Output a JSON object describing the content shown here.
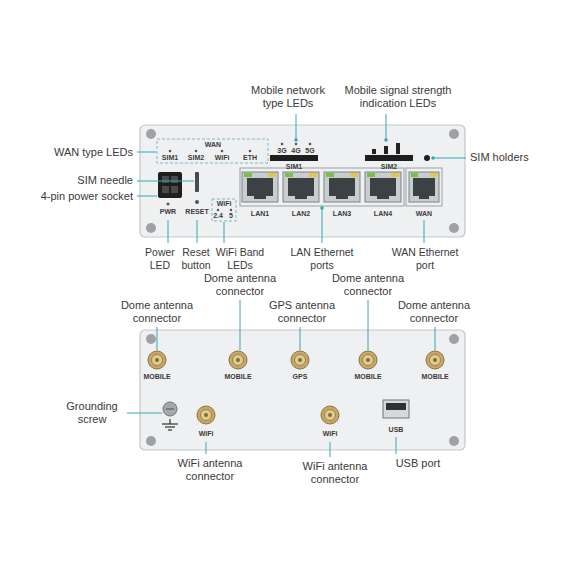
{
  "diagram": {
    "labels": [
      "Mobile network type LEDs",
      "Mobile signal strength indication LEDs",
      "WAN type LEDs",
      "SIM needle",
      "4-pin power socket",
      "SIM holders",
      "WAN",
      "SIM1",
      "SIM2",
      "WiFi",
      "ETH",
      "3G",
      "4G",
      "5G",
      "SIM1",
      "SIM2",
      "LAN1",
      "LAN2",
      "LAN3",
      "LAN4",
      "WAN",
      "PWR",
      "RESET",
      "WiFi",
      "2.4",
      "5",
      "Power LED",
      "Reset button",
      "WiFi Band LEDs",
      "LAN Ethernet ports",
      "WAN Ethernet port",
      "Dome antenna connector",
      "Dome antenna connector",
      "Dome antenna connector",
      "GPS antenna connector",
      "Dome antenna connector",
      "MOBILE",
      "MOBILE",
      "GPS",
      "MOBILE",
      "MOBILE",
      "Grounding screw",
      "WiFi",
      "WiFi",
      "USB",
      "WiFi antenna connector",
      "WiFi antenna connector",
      "USB port"
    ]
  }
}
